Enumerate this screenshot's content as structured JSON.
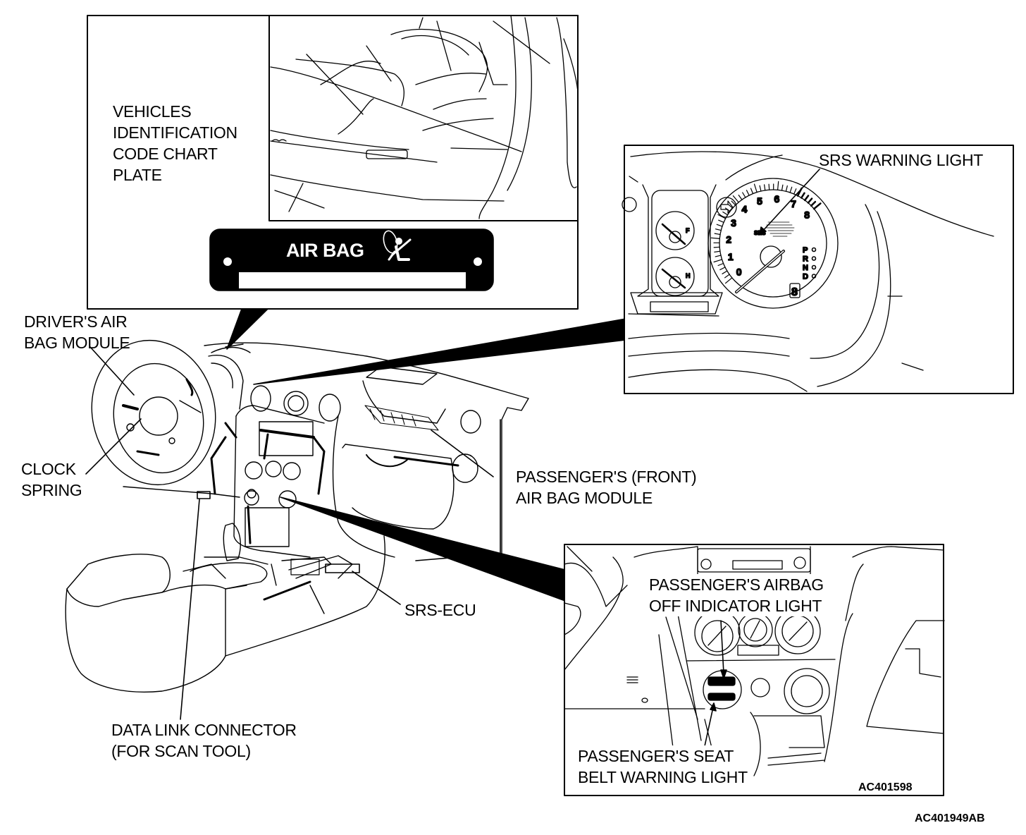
{
  "diagram": {
    "title_code": "AC401949AB",
    "inset_code": "AC401598",
    "colors": {
      "ink": "#000000",
      "paper": "#ffffff"
    },
    "plate": {
      "label": "AIR BAG",
      "icon": "airbag-occupant-icon"
    },
    "labels": {
      "vin_plate": [
        "VEHICLES",
        "IDENTIFICATION",
        "CODE CHART",
        "PLATE"
      ],
      "srs_warning_light": [
        "SRS WARNING LIGHT"
      ],
      "drivers_air_bag": [
        "DRIVER'S AIR",
        "BAG MODULE"
      ],
      "clock_spring": [
        "CLOCK",
        "SPRING"
      ],
      "passenger_front_air_bag": [
        "PASSENGER'S (FRONT)",
        "AIR BAG MODULE"
      ],
      "srs_ecu": [
        "SRS-ECU"
      ],
      "data_link_connector": [
        "DATA LINK CONNECTOR",
        "(FOR SCAN TOOL)"
      ],
      "passenger_airbag_off": [
        "PASSENGER'S AIRBAG",
        "OFF INDICATOR LIGHT"
      ],
      "passenger_seat_belt": [
        "PASSENGER'S SEAT",
        "BELT WARNING LIGHT"
      ]
    },
    "tachometer": {
      "numbers": [
        "0",
        "1",
        "2",
        "3",
        "4",
        "5",
        "6",
        "7",
        "8"
      ],
      "srs_marker": "SRS",
      "gear_positions": [
        "P",
        "R",
        "N",
        "D"
      ],
      "gear_indicator": "8"
    },
    "gauges": {
      "fuel_mark": "F",
      "temp_mark": "H"
    }
  }
}
